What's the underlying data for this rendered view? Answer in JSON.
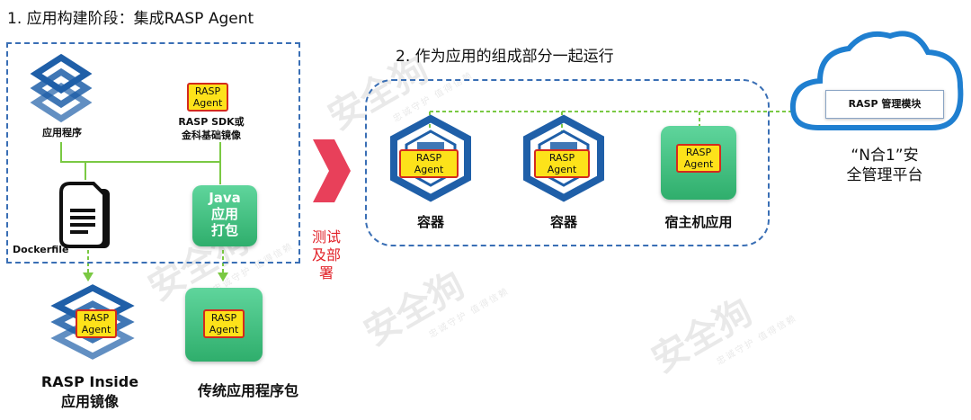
{
  "stage1": {
    "title": "1. 应用构建阶段：集成RASP Agent",
    "app_label": "应用程序",
    "sdk_label_1": "RASP SDK或",
    "sdk_label_2": "金科基础镜像",
    "dockerfile_label": "Dockerfile",
    "java_lines": [
      "Java",
      "应用",
      "打包"
    ],
    "inside_label_1": "RASP Inside",
    "inside_label_2": "应用镜像",
    "traditional_label": "传统应用程序包"
  },
  "agent_tag": {
    "line1": "RASP",
    "line2": "Agent"
  },
  "arrow_label": [
    "测试",
    "及部",
    "署"
  ],
  "stage2": {
    "title": "2. 作为应用的组成部分一起运行",
    "container_1": "容器",
    "container_2": "容器",
    "host_app": "宿主机应用"
  },
  "cloud": {
    "module_label": "RASP 管理模块",
    "platform_line_1": "“N合1”安",
    "platform_line_2": "全管理平台"
  },
  "watermark": {
    "brand": "安全狗",
    "slogan": "忠诚守护 值得信赖"
  },
  "colors": {
    "dash_border": "#3a6fb5",
    "green_line": "#7ac943",
    "tag_fill": "#fde21a",
    "tag_border": "#d42a1d",
    "arrow_red": "#e8405a",
    "icon_blue": "#1f5fa8"
  }
}
